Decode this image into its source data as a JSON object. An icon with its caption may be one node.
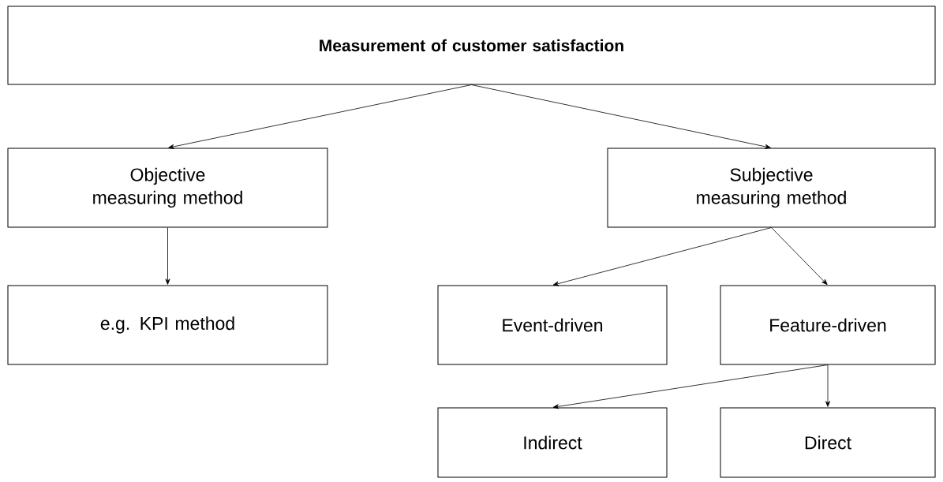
{
  "diagram": {
    "nodes": [
      {
        "text": [
          "Measurement of customer satisfaction"
        ]
      },
      {
        "text": [
          "Objective measuring method"
        ]
      },
      {
        "text": [
          "Subjective measuring method"
        ]
      },
      {
        "text": [
          "e.g. KPI method"
        ]
      },
      {
        "text": [
          "Event-driven"
        ]
      },
      {
        "text": [
          "Feature-driven"
        ]
      },
      {
        "text": [
          "Indirect"
        ]
      },
      {
        "text": [
          "Direct"
        ]
      }
    ],
    "edges": [
      {
        "from": 0,
        "to": 1,
        "arrow": "to"
      },
      {
        "from": 0,
        "to": 2,
        "arrow": "to"
      },
      {
        "from": 1,
        "to": 3,
        "arrow": "to"
      },
      {
        "from": 2,
        "to": 4,
        "arrow": "to"
      },
      {
        "from": 2,
        "to": 5,
        "arrow": "to"
      },
      {
        "from": 5,
        "to": 6,
        "arrow": "to"
      },
      {
        "from": 5,
        "to": 7,
        "arrow": "to"
      }
    ]
  }
}
